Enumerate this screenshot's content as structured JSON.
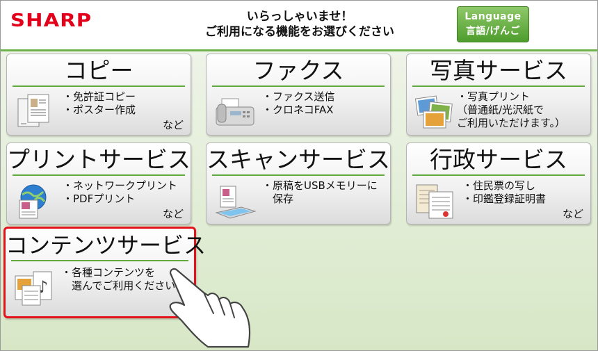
{
  "header": {
    "logo": "SHARP",
    "welcome_line1": "いらっしゃいませ！",
    "welcome_line2": "ご利用になる機能をお選びください",
    "language_line1": "Language",
    "language_line2": "言語/げんご"
  },
  "tiles": [
    {
      "title": "コピー",
      "lines": [
        "・免許証コピー",
        "・ポスター作成"
      ],
      "nado": "など",
      "icon": "copy-documents-icon"
    },
    {
      "title": "ファクス",
      "lines": [
        "・ファクス送信",
        "・クロネコFAX"
      ],
      "nado": "",
      "icon": "fax-machine-icon"
    },
    {
      "title": "写真サービス",
      "lines": [
        "・写真プリント",
        "（普通紙/光沢紙で",
        "ご利用いただけます。）"
      ],
      "nado": "",
      "icon": "photo-prints-icon"
    },
    {
      "title": "プリントサービス",
      "lines": [
        "・ネットワークプリント",
        "・PDFプリント"
      ],
      "nado": "など",
      "icon": "network-print-icon"
    },
    {
      "title": "スキャンサービス",
      "lines": [
        "・原稿をUSBメモリーに",
        "保存"
      ],
      "nado": "",
      "icon": "scanner-icon"
    },
    {
      "title": "行政サービス",
      "lines": [
        "・住民票の写し",
        "・印鑑登録証明書"
      ],
      "nado": "など",
      "icon": "government-documents-icon"
    },
    {
      "title": "コンテンツサービス",
      "lines": [
        "・各種コンテンツを",
        "選んでご利用ください"
      ],
      "nado": "",
      "icon": "contents-documents-icon"
    }
  ],
  "colors": {
    "brand": "#e2001a",
    "accent_green": "#5faa3a",
    "selection": "#e2131b"
  }
}
